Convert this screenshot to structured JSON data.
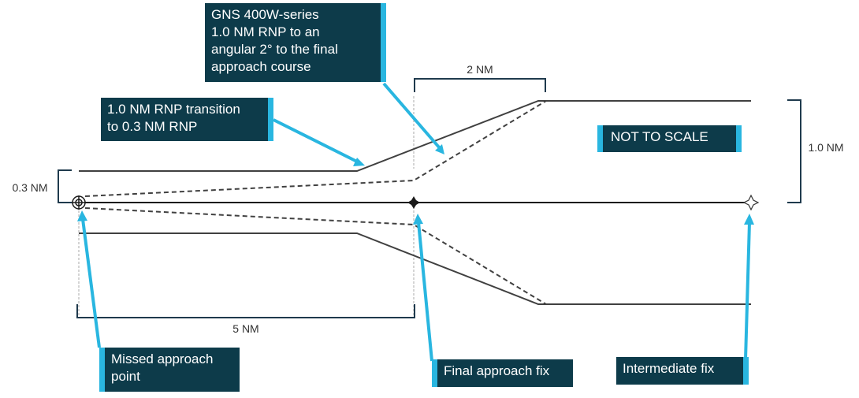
{
  "callouts": {
    "gns": "GNS 400W-series\n1.0 NM RNP to an\nangular 2° to the final\napproach course",
    "transition": "1.0 NM RNP transition\nto 0.3 NM RNP",
    "not_to_scale": "NOT TO SCALE",
    "map": "Missed approach\npoint",
    "faf": "Final approach fix",
    "if": "Intermediate fix"
  },
  "dimensions": {
    "two_nm": "2 NM",
    "five_nm": "5 NM",
    "zero_three_nm": "0.3 NM",
    "one_nm": "1.0 NM"
  },
  "colors": {
    "callout_bg": "#0d3b4a",
    "accent": "#29b6e0",
    "line": "#404040"
  }
}
